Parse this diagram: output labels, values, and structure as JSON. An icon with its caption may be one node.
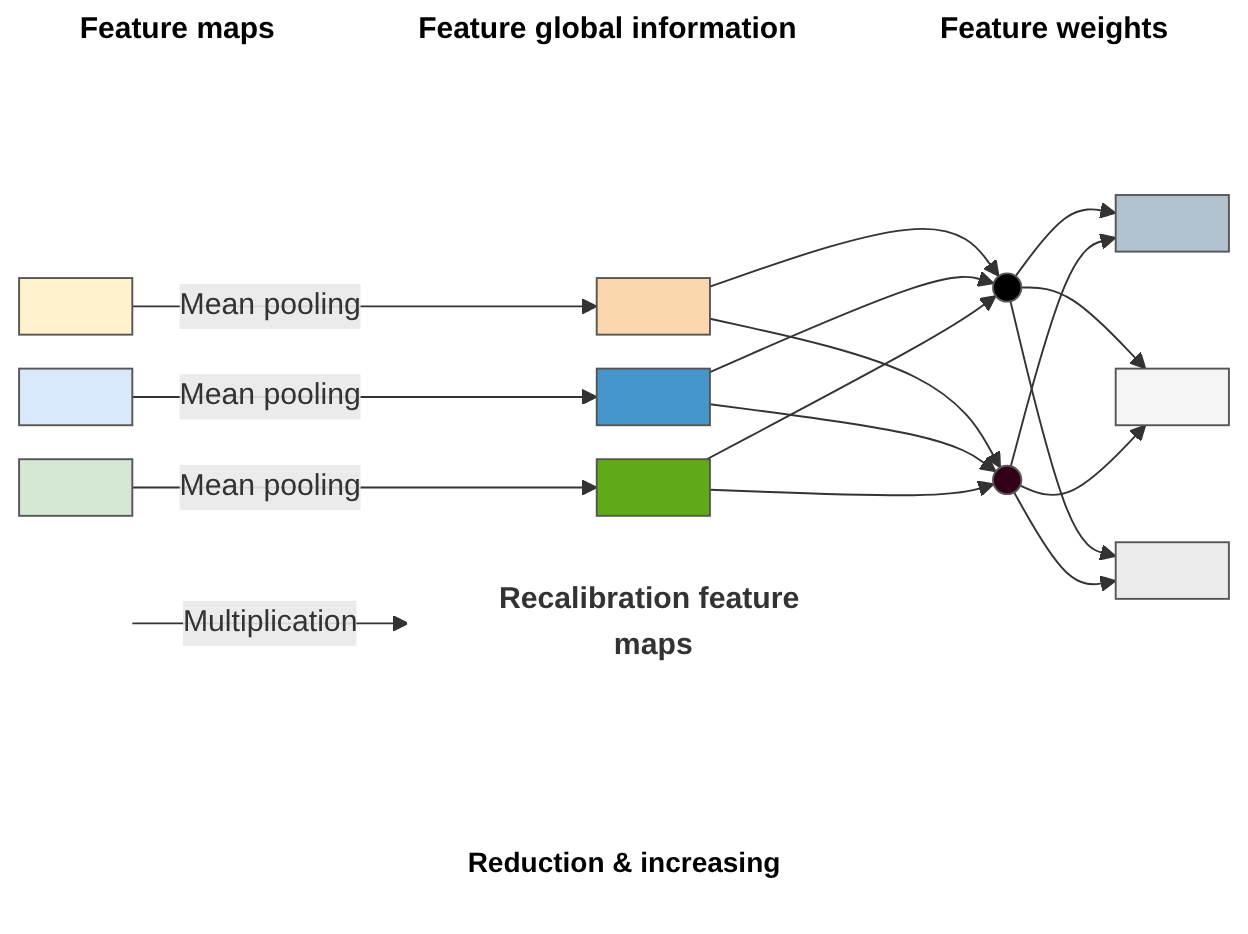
{
  "diagram": {
    "nodes": [
      {
        "text": [],
        "shape": "box"
      },
      {
        "text": [],
        "shape": "box"
      },
      {
        "text": [],
        "shape": "box"
      },
      {
        "text": [],
        "shape": "box"
      },
      {
        "text": [],
        "shape": "box"
      },
      {
        "text": [],
        "shape": "box"
      },
      {
        "text": [],
        "shape": "circle"
      },
      {
        "text": [],
        "shape": "circle"
      },
      {
        "text": [],
        "shape": "box"
      },
      {
        "text": [],
        "shape": "box"
      },
      {
        "text": [],
        "shape": "box"
      },
      {
        "text": [
          "Recalibration feature maps"
        ]
      }
    ],
    "edges": [
      {
        "from": 0,
        "to": 3,
        "arrow": "to",
        "label": "Mean pooling"
      },
      {
        "from": 1,
        "to": 4,
        "arrow": "to",
        "label": "Mean pooling"
      },
      {
        "from": 2,
        "to": 5,
        "arrow": "to",
        "label": "Mean pooling"
      },
      {
        "from": 3,
        "to": 6,
        "arrow": "to"
      },
      {
        "from": 3,
        "to": 7,
        "arrow": "to"
      },
      {
        "from": 4,
        "to": 6,
        "arrow": "to"
      },
      {
        "from": 4,
        "to": 7,
        "arrow": "to"
      },
      {
        "from": 5,
        "to": 6,
        "arrow": "to"
      },
      {
        "from": 5,
        "to": 7,
        "arrow": "to"
      },
      {
        "from": 6,
        "to": 8,
        "arrow": "to"
      },
      {
        "from": 6,
        "to": 9,
        "arrow": "to"
      },
      {
        "from": 6,
        "to": 10,
        "arrow": "to"
      },
      {
        "from": 7,
        "to": 8,
        "arrow": "to"
      },
      {
        "from": 7,
        "to": 9,
        "arrow": "to"
      },
      {
        "from": 7,
        "to": 10,
        "arrow": "to"
      },
      {
        "from": null,
        "to": 11,
        "arrow": "to",
        "label": "Multiplication"
      }
    ],
    "labels": [
      "Feature maps",
      "Feature global information",
      "Feature weights",
      "Reduction & increasing"
    ]
  }
}
